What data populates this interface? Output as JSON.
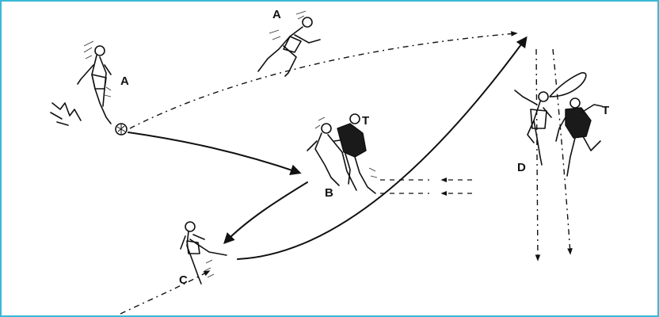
{
  "diagram": {
    "labels": {
      "player_a_kick": "A",
      "player_a_run": "A",
      "player_t_mid": "T",
      "player_b": "B",
      "player_c": "C",
      "player_d": "D",
      "player_t_right": "T"
    },
    "colors": {
      "frame_border": "#3ab8d6",
      "ink": "#111111",
      "background": "#ffffff"
    }
  }
}
